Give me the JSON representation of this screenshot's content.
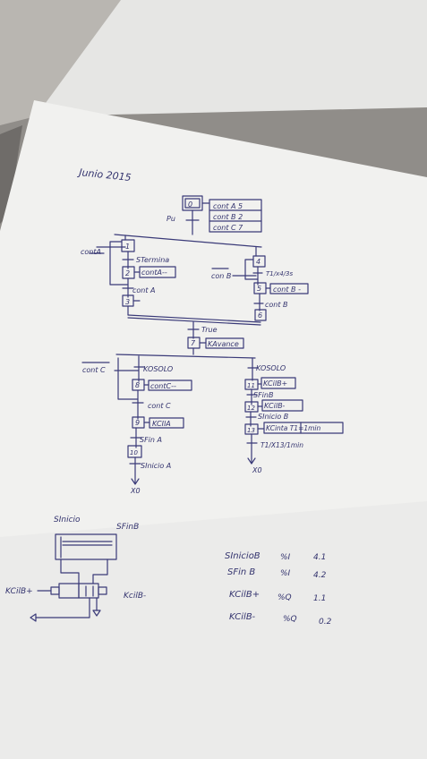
{
  "header": {
    "date": "Junio 2015"
  },
  "grafcet": {
    "step0": "0",
    "pu": "Pu",
    "counter_box": [
      "cont A 5",
      "cont B 2",
      "cont C 7"
    ],
    "branch_a": {
      "condition": "contA",
      "step1": "1",
      "t_sterm": "STermina",
      "step2": "2",
      "action2": "contA--",
      "t_contA": "cont A",
      "step3": "3"
    },
    "branch_b": {
      "condition": "con B",
      "step4": "4",
      "t_timer": "T1/x4/3s",
      "step5": "5",
      "action5": "cont B -",
      "t_contB": "cont B",
      "step6": "6"
    },
    "true_label": "True",
    "step7": "7",
    "action7": "KAvance",
    "branch_c": {
      "condition": "cont C",
      "t_koso": "KOSOLO",
      "step8": "8",
      "action8": "contC--",
      "t_contC": "cont C",
      "step9": "9",
      "action9": "KCIlA",
      "t_sfinA": "SFin A",
      "step10": "10",
      "t_sinicioA": "SInicio A",
      "end": "X0"
    },
    "branch_d": {
      "t_koso": "KOSOLO",
      "step11": "11",
      "action11": "KCilB+",
      "t_sfinB": "SFinB",
      "step12": "12",
      "action12": "KCilB-",
      "t_sinicioB": "SInicio B",
      "step13": "13",
      "action13": "KCinta  T1=1min",
      "t_timer": "T1/X13/1min",
      "end": "X0"
    }
  },
  "pneumatic": {
    "sinicio": "SInicio",
    "sfinb": "SFinB",
    "left_coil": "KCilB+",
    "right_coil": "KcilB-"
  },
  "io_table": [
    {
      "name": "SInicioB",
      "type": "%I",
      "addr": "4.1"
    },
    {
      "name": "SFin B",
      "type": "%I",
      "addr": "4.2"
    },
    {
      "name": "KCilB+",
      "type": "%Q",
      "addr": "1.1"
    },
    {
      "name": "KCilB-",
      "type": "%Q",
      "addr": "0.2"
    }
  ]
}
